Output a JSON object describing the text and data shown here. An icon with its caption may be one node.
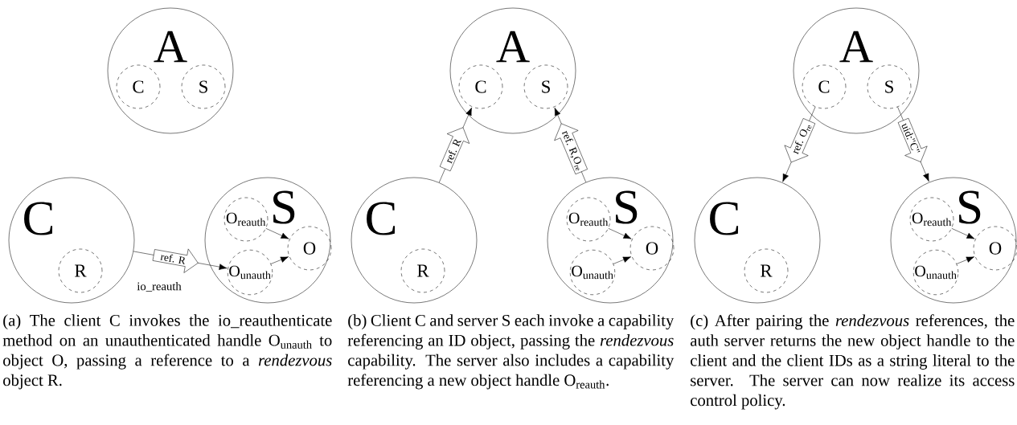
{
  "diagram": {
    "nodes": [
      {
        "text": [
          "A"
        ]
      },
      {
        "text": [
          "C"
        ],
        "in": 0
      },
      {
        "text": [
          "S"
        ],
        "in": 0
      },
      {
        "text": [
          "C"
        ]
      },
      {
        "text": [
          "R"
        ],
        "in": 3
      },
      {
        "text": [
          "S"
        ]
      },
      {
        "text": [
          "O$_{reauth}$"
        ],
        "in": 5
      },
      {
        "text": [
          "O"
        ],
        "in": 5
      },
      {
        "text": [
          "O$_{unauth}$"
        ],
        "in": 5
      },
      {
        "text": [
          "A"
        ]
      },
      {
        "text": [
          "C"
        ],
        "in": 9
      },
      {
        "text": [
          "S"
        ],
        "in": 9
      },
      {
        "text": [
          "C"
        ]
      },
      {
        "text": [
          "R"
        ],
        "in": 12
      },
      {
        "text": [
          "S"
        ]
      },
      {
        "text": [
          "O$_{reauth}$"
        ],
        "in": 14
      },
      {
        "text": [
          "O"
        ],
        "in": 14
      },
      {
        "text": [
          "O$_{unauth}$"
        ],
        "in": 14
      },
      {
        "text": [
          "A"
        ]
      },
      {
        "text": [
          "C"
        ],
        "in": 18
      },
      {
        "text": [
          "S"
        ],
        "in": 18
      },
      {
        "text": [
          "C"
        ]
      },
      {
        "text": [
          "R"
        ],
        "in": 21
      },
      {
        "text": [
          "S"
        ]
      },
      {
        "text": [
          "O$_{reauth}$"
        ],
        "in": 23
      },
      {
        "text": [
          "O"
        ],
        "in": 23
      },
      {
        "text": [
          "O$_{unauth}$"
        ],
        "in": 23
      }
    ],
    "edges": [
      {
        "from": 3,
        "to": 8,
        "arrow": "to",
        "label": "ref. R"
      },
      {
        "from": 6,
        "to": 7,
        "arrow": "to"
      },
      {
        "from": 8,
        "to": 7,
        "arrow": "to"
      },
      {
        "from": 12,
        "to": 10,
        "arrow": "to",
        "label": "ref. R"
      },
      {
        "from": 14,
        "to": 11,
        "arrow": "to",
        "label": "ref. R,O$_{re}$"
      },
      {
        "from": 15,
        "to": 16,
        "arrow": "to"
      },
      {
        "from": 17,
        "to": 16,
        "arrow": "to"
      },
      {
        "from": 19,
        "to": 21,
        "arrow": "to",
        "label": "ref. O$_{re}$"
      },
      {
        "from": 20,
        "to": 23,
        "arrow": "to",
        "label": "uid:\"C\""
      },
      {
        "from": 24,
        "to": 25,
        "arrow": "to"
      },
      {
        "from": 26,
        "to": 25,
        "arrow": "to"
      }
    ],
    "labels": [
      "io_reauth",
      "(a) The client C invokes the io_reauthenticate method on an unauthenticated handle O$_{unauth}$ to object O, passing a reference to a *rendezvous* object R.",
      "(b) Client C and server S each invoke a capability referencing an ID object, passing the *rendezvous* capability. The server also includes a capability referencing a new object handle O$_{reauth}$.",
      "(c) After pairing the *rendezvous* references, the auth server returns the new object handle to the client and the client IDs as a string literal to the server. The server can now realize its access control policy."
    ]
  }
}
